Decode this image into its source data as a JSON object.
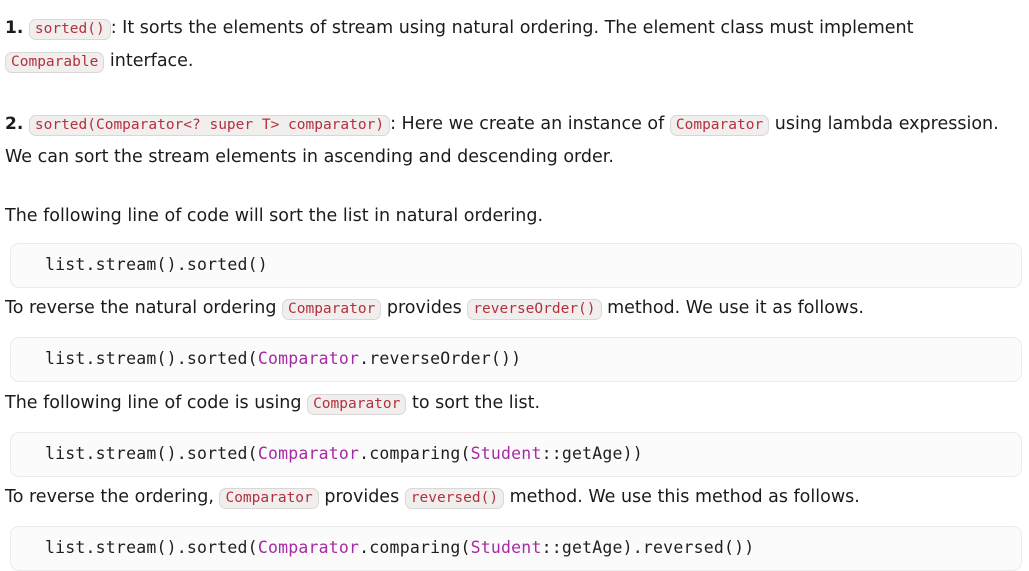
{
  "colors": {
    "page_background": "#ffffff",
    "body_text": "#1b1b1b",
    "inline_code_text": "#b3303d",
    "inline_code_background": "#f1eeee",
    "inline_code_border": "#dcd7d7",
    "code_block_background": "#fbfbfb",
    "code_block_border": "#eceaea",
    "code_token_class": "#a62ba3"
  },
  "list": {
    "items": [
      {
        "number": "1.",
        "code": "sorted()",
        "text_after": ": It sorts the elements of stream using natural ordering. The element class must implement ",
        "code2": "Comparable",
        "text_end": " interface."
      },
      {
        "number": "2.",
        "code": "sorted(Comparator<? super T> comparator)",
        "text_after": ": Here we create an instance of ",
        "code2": "Comparator",
        "text_end": " using lambda expression. We can sort the stream elements in ascending and descending order."
      }
    ]
  },
  "paragraphs": {
    "p1": {
      "text": "The following line of code will sort the list in natural ordering."
    },
    "p2": {
      "lead": "To reverse the natural ordering ",
      "code1": "Comparator",
      "mid": " provides ",
      "code2": "reverseOrder()",
      "tail": " method. We use it as follows."
    },
    "p3": {
      "lead": "The following line of code is using ",
      "code1": "Comparator",
      "tail": " to sort the list."
    },
    "p4": {
      "lead": "To reverse the ordering, ",
      "code1": "Comparator",
      "mid": " provides ",
      "code2": "reversed()",
      "tail": " method. We use this method as follows."
    }
  },
  "code_blocks": {
    "block1": {
      "full_text": "list.stream().sorted()",
      "seg1": "list.stream().sorted()"
    },
    "block2": {
      "full_text": "list.stream().sorted(Comparator.reverseOrder())",
      "seg1": "list.stream().sorted(",
      "cls1": "Comparator",
      "seg2": ".reverseOrder())"
    },
    "block3": {
      "full_text": "list.stream().sorted(Comparator.comparing(Student::getAge))",
      "seg1": "list.stream().sorted(",
      "cls1": "Comparator",
      "seg2": ".comparing(",
      "cls2": "Student",
      "seg3": "::getAge))"
    },
    "block4": {
      "full_text": "list.stream().sorted(Comparator.comparing(Student::getAge).reversed())",
      "seg1": "list.stream().sorted(",
      "cls1": "Comparator",
      "seg2": ".comparing(",
      "cls2": "Student",
      "seg3": "::getAge).reversed())"
    }
  }
}
